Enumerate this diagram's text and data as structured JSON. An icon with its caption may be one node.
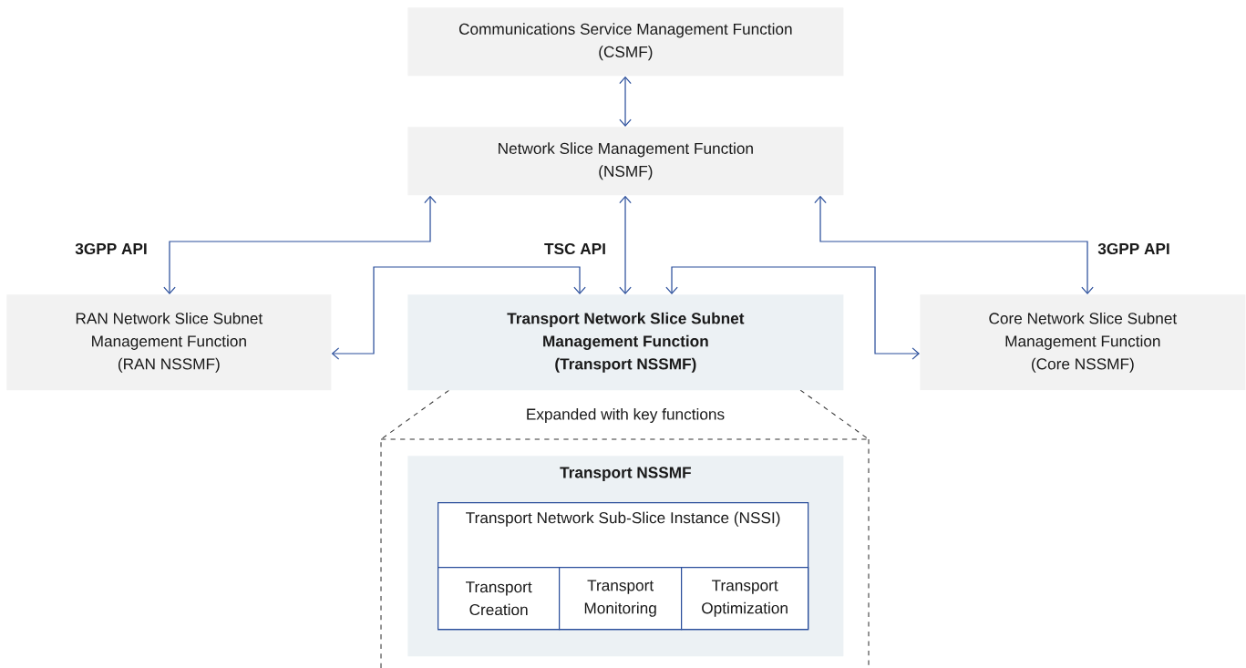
{
  "diagram": {
    "nodes": [
      {
        "text": [
          "Communications Service Management Function (CSMF)"
        ]
      },
      {
        "text": [
          "Network Slice Management Function (NSMF)"
        ]
      },
      {
        "text": [
          "RAN Network Slice Subnet Management Function (RAN NSSMF)"
        ]
      },
      {
        "text": [
          "Transport Network Slice Subnet Management Function (Transport NSSMF)"
        ]
      },
      {
        "text": [
          "Core Network Slice Subnet Management Function (Core NSSMF)"
        ]
      },
      {
        "text": [
          "Transport NSSMF"
        ]
      },
      {
        "text": [
          "Transport Network Sub-Slice Instance (NSSI)"
        ],
        "in": 5
      },
      {
        "text": [
          "Transport Creation"
        ],
        "in": 6
      },
      {
        "text": [
          "Transport Monitoring"
        ],
        "in": 6
      },
      {
        "text": [
          "Transport Optimization"
        ],
        "in": 6
      }
    ],
    "edges": [
      {
        "from": 0,
        "to": 1,
        "arrow": "both"
      },
      {
        "from": 1,
        "to": 2,
        "arrow": "both",
        "label": "3GPP API"
      },
      {
        "from": 1,
        "to": 3,
        "arrow": "both",
        "label": "TSC API"
      },
      {
        "from": 1,
        "to": 4,
        "arrow": "both",
        "label": "3GPP API"
      },
      {
        "from": 3,
        "to": 2,
        "arrow": "both"
      },
      {
        "from": 3,
        "to": 4,
        "arrow": "both"
      }
    ],
    "labels": [
      "Expanded with key functions"
    ]
  }
}
